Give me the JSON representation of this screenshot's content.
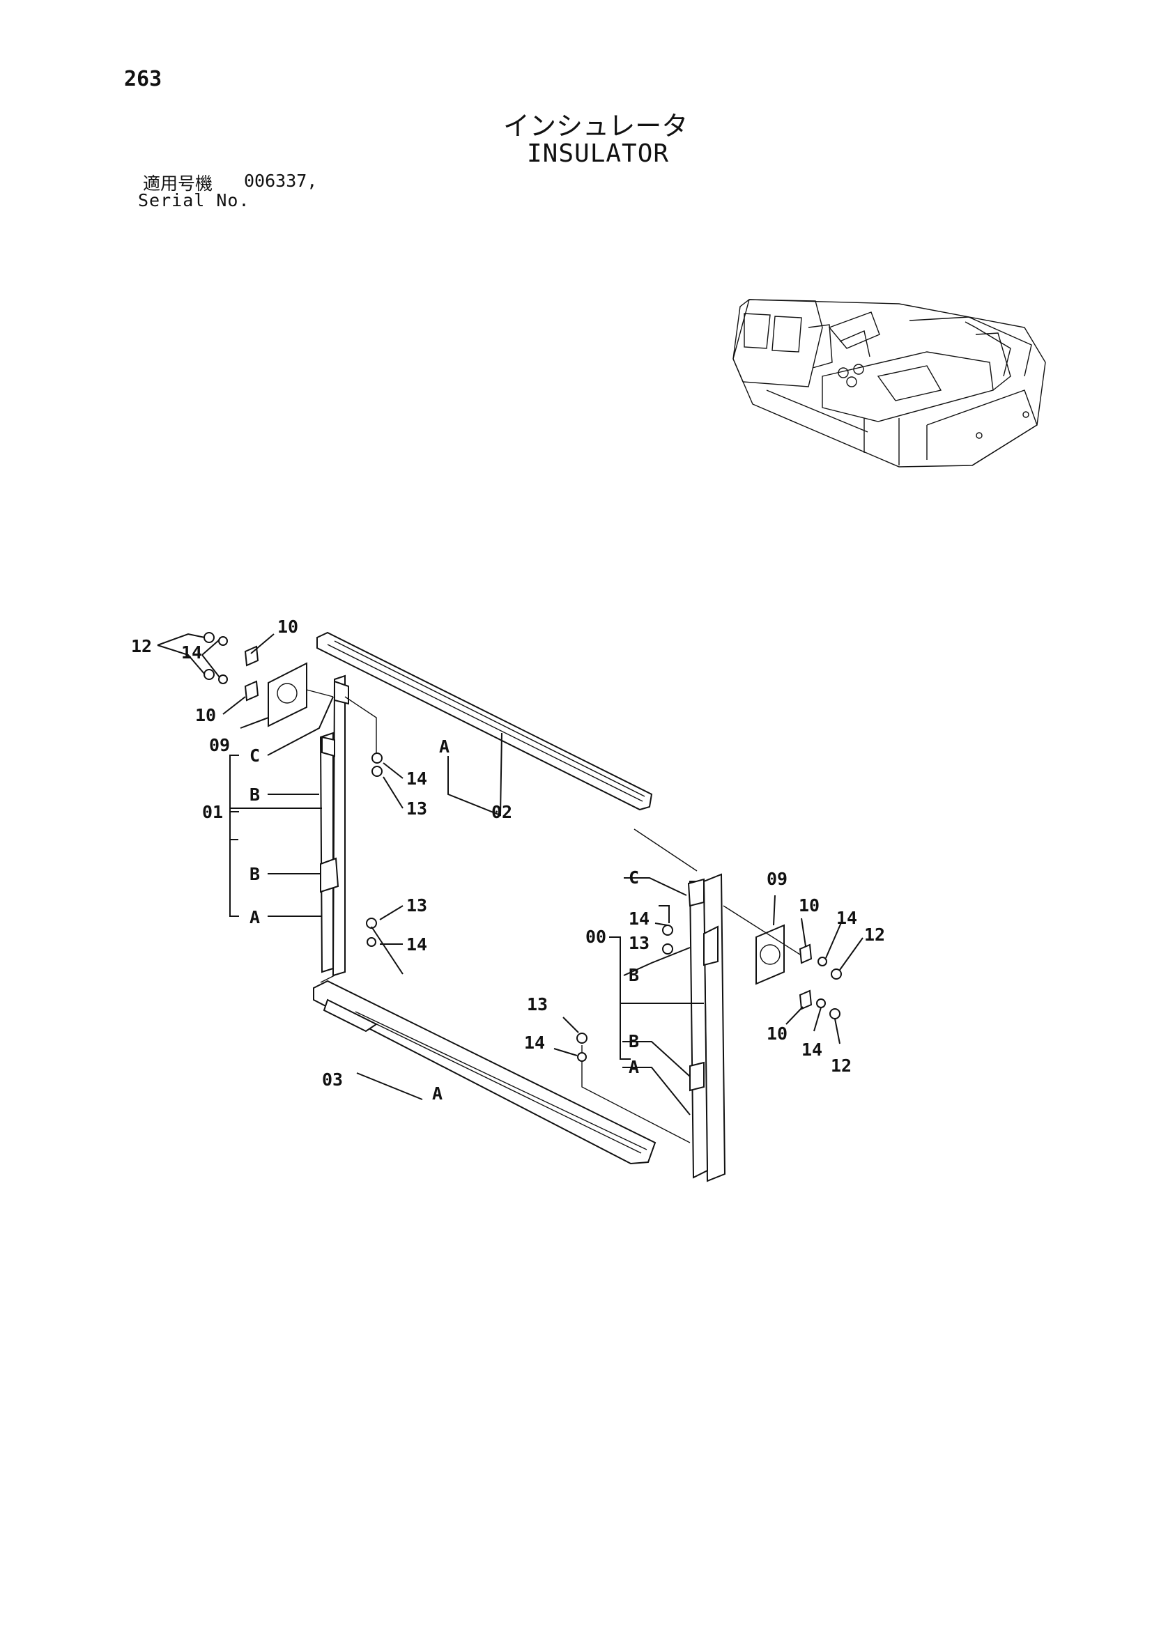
{
  "header": {
    "page_number": "263",
    "title_ja": "インシュレータ",
    "title_en": "INSULATOR",
    "serial_label_ja": "適用号機",
    "serial_value": "006337,",
    "serial_label_en": "Serial No."
  },
  "callouts": {
    "c12_left": "12",
    "c14_left": "14",
    "c10_top_left": "10",
    "c10_mid_left": "10",
    "c09_left": "09",
    "c01": "01",
    "cC_left": "C",
    "cB_left_upper": "B",
    "cB_left_lower": "B",
    "cA_left": "A",
    "c14_upper_mid": "14",
    "c13_upper_mid": "13",
    "cA_top": "A",
    "c02": "02",
    "c13_lower_left": "13",
    "c14_lower_left": "14",
    "c03": "03",
    "cA_bottom": "A",
    "c13_lower_mid": "13",
    "c14_lower_mid": "14",
    "c00": "00",
    "cC_right": "C",
    "c14_right_mid": "14",
    "c13_right_mid": "13",
    "cB_right_upper": "B",
    "cB_right_lower": "B",
    "cA_right": "A",
    "c09_right": "09",
    "c10_right_upper": "10",
    "c14_right_upper": "14",
    "c12_right_upper": "12",
    "c10_right_lower": "10",
    "c14_right_lower": "14",
    "c12_right_lower": "12"
  }
}
